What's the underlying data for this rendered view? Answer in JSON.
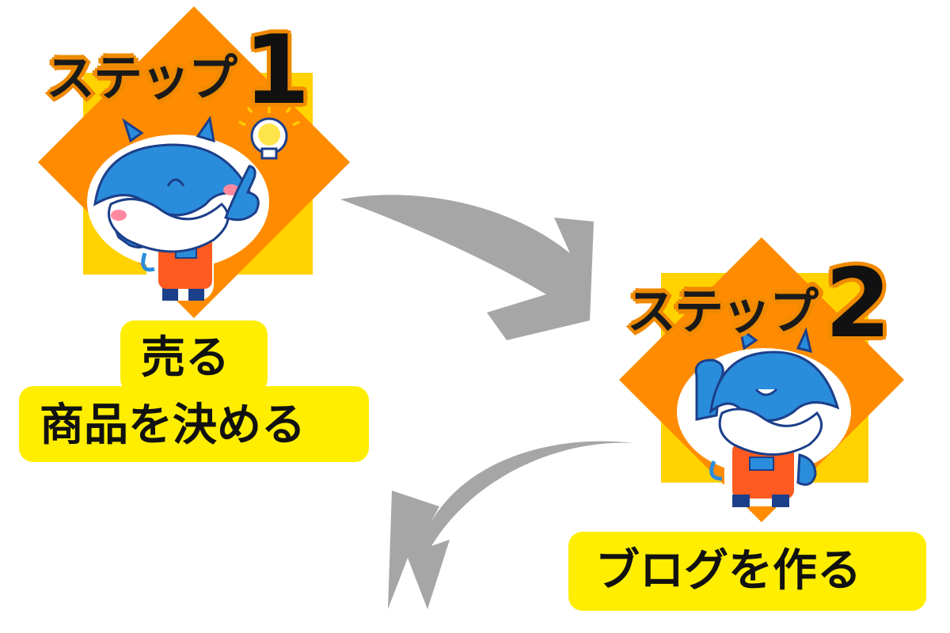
{
  "steps": [
    {
      "word": "ステップ",
      "number": "1",
      "label_lines": [
        "売る",
        "商品を決める"
      ]
    },
    {
      "word": "ステップ",
      "number": "2",
      "label_lines": [
        "ブログを作る"
      ]
    }
  ],
  "colors": {
    "diamond": "#ff8c00",
    "square": "#ffd200",
    "label_bg": "#ffee00",
    "arrow": "#a6a6a6",
    "mascot_blue": "#2a8ddc",
    "overalls": "#ff5a1f"
  }
}
